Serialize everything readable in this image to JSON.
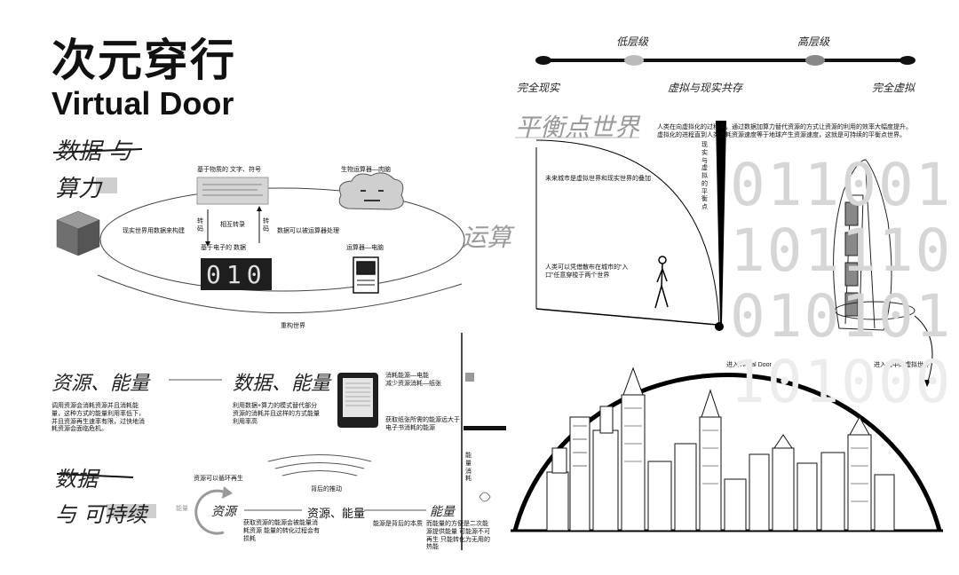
{
  "header": {
    "title_cn": "次元穿行",
    "title_en": "Virtual Door"
  },
  "left": {
    "section1_line1": "数据 与",
    "section1_line2": "算力",
    "yunsuan": "运算",
    "label_material": "基于物质的 文字、符号",
    "label_bio": "生物运算器—肉脑",
    "label_build": "现实世界用数据来构建",
    "label_convert": "相互转录",
    "label_conv_a": "转码",
    "label_conv_b": "转码",
    "label_process": "数据可以被运算器处理",
    "label_electronic": "基于电子的 数据",
    "binary_display": "010",
    "label_pc": "运算器—电脑",
    "label_rebuild": "重构世界",
    "section2_a": "资源、能量",
    "section2_b": "数据、能量",
    "text_resource": "调用资源会消耗资源并且消耗能量，这种方式的能量利用率低下，并且资源再生速率有限，过快地消耗资源会面临危机。",
    "text_data": "利用数据+算力的模式替代部分资源的消耗并且这样的方式能量利用率高",
    "text_kindle_1": "消耗能源—电能\n减少资源消耗—纸张",
    "text_kindle_2": "获取纸张所需的能源远大于电子书消耗的能源",
    "label_vertical": "能量消耗",
    "section3_line1": "数据",
    "section3_line2": "与 可持续",
    "cycle_energy": "能量",
    "cycle_resource": "资源",
    "cycle_top": "资源可以循环再生",
    "cycle_bottom": "获取资源的能源会被能量消耗资源 能量的转化过程会有损耗",
    "chain_mid": "资源、能量",
    "chain_end": "能量",
    "chain_push": "背后的推动",
    "chain_note": "能源是背后的本质",
    "chain_end_note": "而能量的方便是二次能源提供能量 可能源不可再生 只能转化为无用的热能"
  },
  "right": {
    "scale_low": "低层级",
    "scale_high": "高层级",
    "scale_left": "完全现实",
    "scale_mid": "虚拟与现实共存",
    "scale_right": "完全虚拟",
    "balance_title": "平衡点世界",
    "balance_text": "人类在向虚拟化的过程中，通过数据加算力替代资源的方式让资源的利用的效率大幅度提升。虚拟化的进程直到人类消耗资源速度等于地球产生资源速度，这就是可持续的平衡点世界。",
    "vertical_label": "现实与虚拟的平衡点",
    "future_text": "未来城市是虚拟世界和现实世界的叠加",
    "human_text": "人类可以凭借散布在城市的“入口”任意穿梭于两个世界",
    "enter_text": "进入Virtual Door",
    "enter_inner": "进入其中的虚拟世界",
    "binary": [
      "011001",
      "101110",
      "010101",
      "101000"
    ]
  }
}
